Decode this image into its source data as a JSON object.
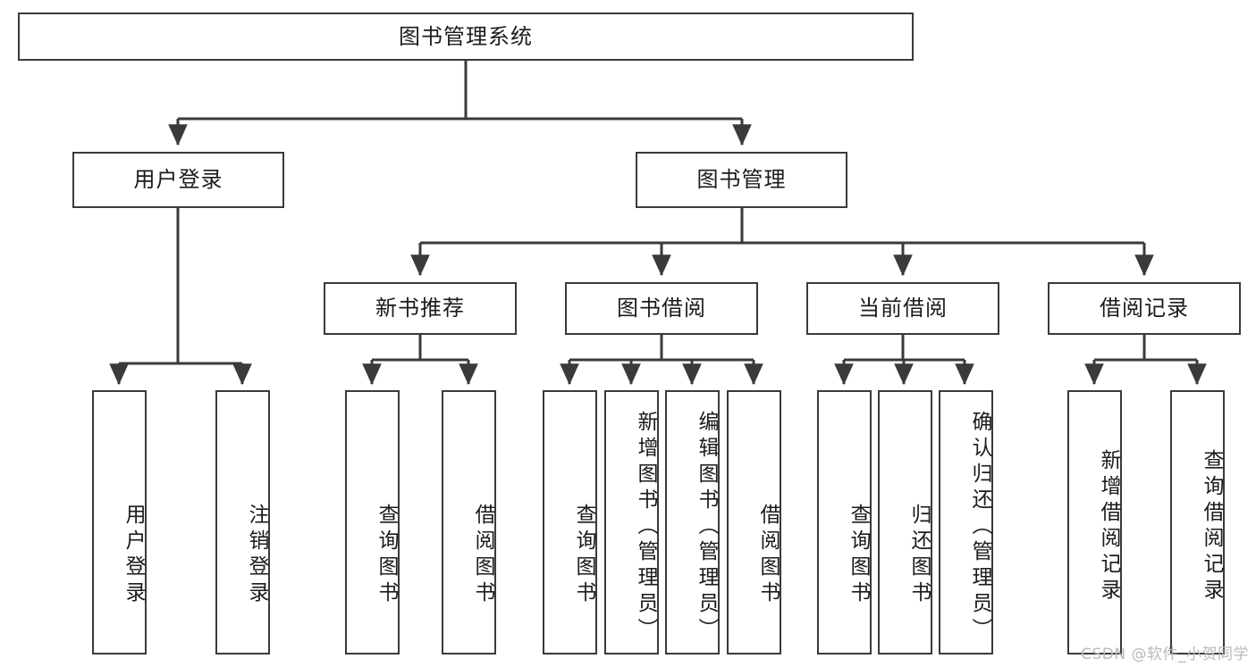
{
  "diagram": {
    "title": "图书管理系统",
    "root": {
      "label": "图书管理系统"
    },
    "level2": [
      {
        "label": "用户登录"
      },
      {
        "label": "图书管理"
      }
    ],
    "level3": [
      {
        "label": "新书推荐"
      },
      {
        "label": "图书借阅"
      },
      {
        "label": "当前借阅"
      },
      {
        "label": "借阅记录"
      }
    ],
    "leaves": {
      "user_login": [
        {
          "label": "用户登录"
        },
        {
          "label": "注销登录"
        }
      ],
      "new_book_recommend": [
        {
          "label": "查询图书"
        },
        {
          "label": "借阅图书"
        }
      ],
      "book_borrow": [
        {
          "label": "查询图书"
        },
        {
          "label": "新增图书（管理员）"
        },
        {
          "label": "编辑图书（管理员）"
        },
        {
          "label": "借阅图书"
        }
      ],
      "current_borrow": [
        {
          "label": "查询图书"
        },
        {
          "label": "归还图书"
        },
        {
          "label": "确认归还（管理员）"
        }
      ],
      "borrow_records": [
        {
          "label": "新增借阅记录"
        },
        {
          "label": "查询借阅记录"
        }
      ]
    }
  },
  "watermark": {
    "text": "CSDN @软件_小贺同学"
  },
  "colors": {
    "border": "#3a3a3a",
    "text": "#1b1b1b",
    "background": "#ffffff",
    "watermark": "#b9b9b9"
  }
}
